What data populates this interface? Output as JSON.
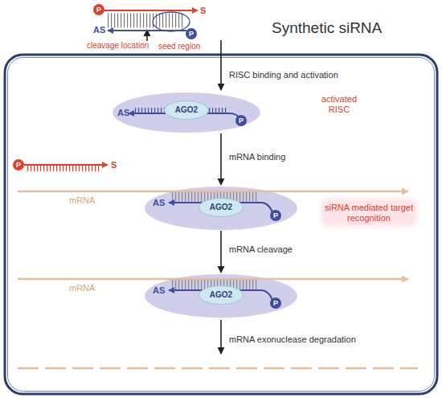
{
  "diagram": {
    "title": "Synthetic siRNA",
    "nodes": [
      {
        "text": [
          "P"
        ]
      },
      {
        "text": [
          "P"
        ]
      },
      {
        "text": [
          "AS"
        ]
      },
      {
        "text": [
          "AGO2"
        ],
        "in": 2
      },
      {
        "text": [
          "P"
        ],
        "in": 2
      },
      {
        "text": [
          "P"
        ]
      },
      {
        "text": [
          "AS"
        ]
      },
      {
        "text": [
          "AGO2"
        ],
        "in": 6
      },
      {
        "text": [
          "P"
        ],
        "in": 6
      },
      {
        "text": [
          "AS"
        ]
      },
      {
        "text": [
          "AGO2"
        ],
        "in": 9
      },
      {
        "text": [
          "P"
        ],
        "in": 9
      }
    ],
    "edges": [
      {
        "from": 2,
        "to": 6,
        "arrow": "to",
        "label": "mRNA binding"
      },
      {
        "from": 6,
        "to": 9,
        "arrow": "to",
        "label": "mRNA cleavage"
      }
    ],
    "labels": [
      "S",
      "AS",
      "cleavage location",
      "seed region",
      "RISC binding and activation",
      "activated RISC",
      "S",
      "mRNA",
      "siRNA mediated target recognition",
      "mRNA",
      "mRNA exonuclease degradation"
    ]
  }
}
